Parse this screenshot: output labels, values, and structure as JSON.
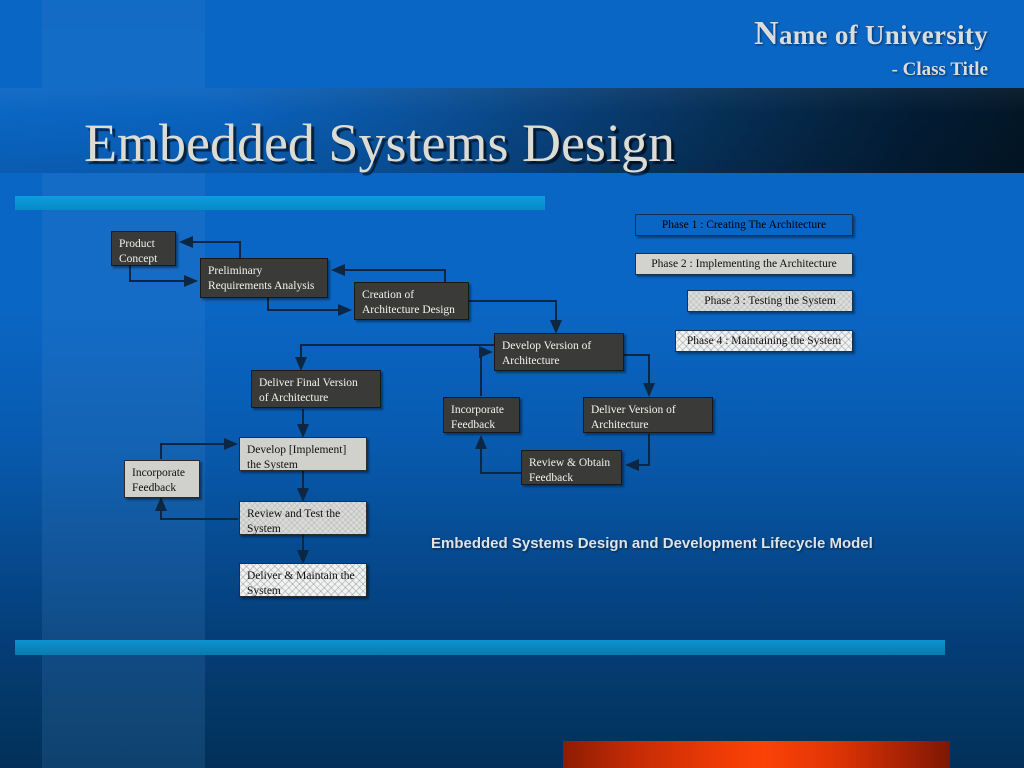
{
  "header": {
    "university_cap": "N",
    "university_rest": "ame of University",
    "class_title": "- Class Title"
  },
  "title": "Embedded Systems Design",
  "caption": "Embedded Systems Design and Development Lifecycle Model",
  "colors": {
    "background_blue": "#0a66c4",
    "background_dark": "#02305a",
    "accent_cyan": "#0a93d2",
    "accent_orange": "#f03c06",
    "box_dark": "#3a3a38",
    "box_gray": "#d0d0cc",
    "title_text": "#dcdcd4"
  },
  "phases": [
    {
      "label": "Phase 1 : Creating The Architecture",
      "style": "phase-dark"
    },
    {
      "label": "Phase 2 : Implementing the Architecture",
      "style": "gray"
    },
    {
      "label": "Phase 3 : Testing the System",
      "style": "litegray"
    },
    {
      "label": "Phase 4 : Maintaining the System",
      "style": "hatch"
    }
  ],
  "flow_nodes": [
    {
      "id": "product-concept",
      "label": "Product\nConcept",
      "style": "dark"
    },
    {
      "id": "preliminary-analysis",
      "label": "Preliminary\nRequirements Analysis",
      "style": "dark"
    },
    {
      "id": "architecture-creation",
      "label": "Creation of\nArchitecture Design",
      "style": "dark"
    },
    {
      "id": "develop-version",
      "label": "Develop Version of\nArchitecture",
      "style": "dark"
    },
    {
      "id": "deliver-version",
      "label": "Deliver Version of\nArchitecture",
      "style": "dark"
    },
    {
      "id": "incorporate-feedback-arch",
      "label": "Incorporate\nFeedback",
      "style": "dark"
    },
    {
      "id": "review-obtain-feedback",
      "label": "Review & Obtain\nFeedback",
      "style": "dark"
    },
    {
      "id": "deliver-final-version",
      "label": "Deliver Final Version\nof Architecture",
      "style": "dark"
    },
    {
      "id": "develop-implement",
      "label": "Develop [Implement]\nthe System",
      "style": "gray"
    },
    {
      "id": "incorporate-feedback-sys",
      "label": "Incorporate\nFeedback",
      "style": "gray"
    },
    {
      "id": "review-test-system",
      "label": "Review and Test the\nSystem",
      "style": "litegray"
    },
    {
      "id": "deliver-maintain",
      "label": "Deliver & Maintain the\nSystem",
      "style": "hatch"
    }
  ]
}
